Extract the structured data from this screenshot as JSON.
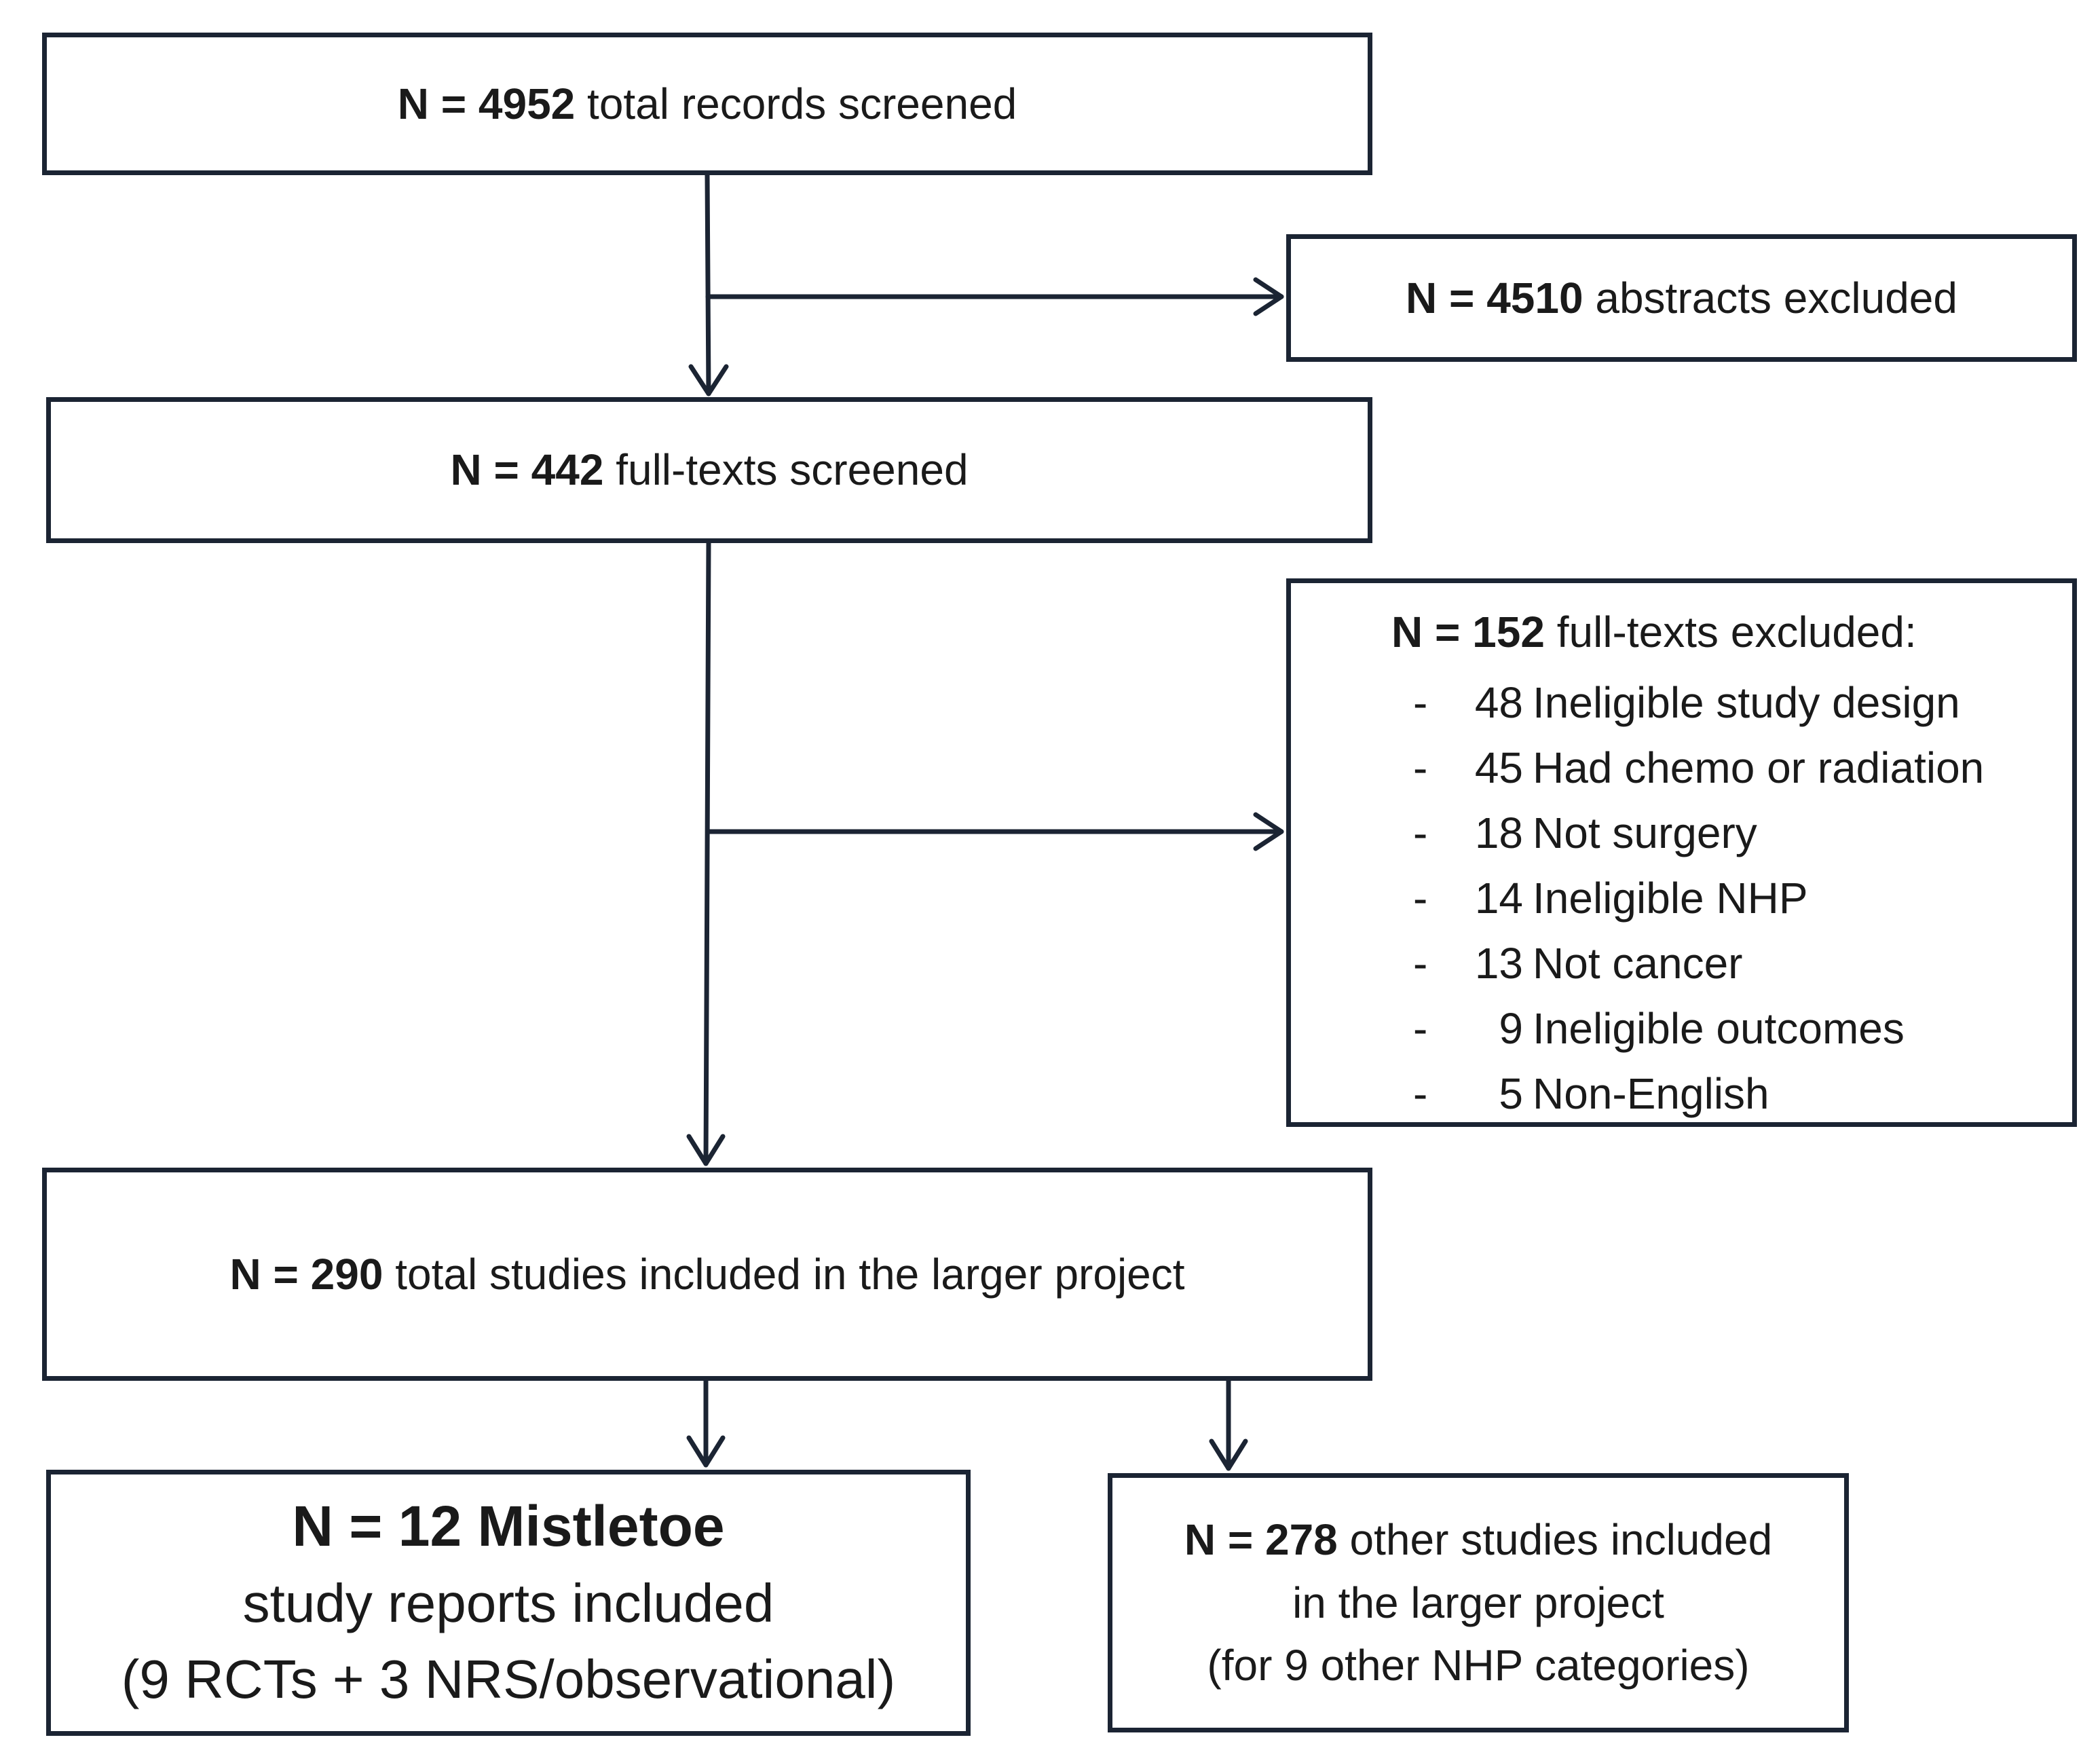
{
  "flow": {
    "records_screened": {
      "n": "N = 4952",
      "text": " total records screened"
    },
    "abstracts_excluded": {
      "n": "N = 4510",
      "text": " abstracts excluded"
    },
    "fulltexts_screened": {
      "n": "N = 442",
      "text": " full-texts screened"
    },
    "fulltexts_excluded": {
      "n": "N = 152",
      "text": " full-texts excluded:",
      "reasons": [
        {
          "dash": "-",
          "count": "48",
          "reason": "Ineligible study design"
        },
        {
          "dash": "-",
          "count": "45",
          "reason": "Had chemo or radiation"
        },
        {
          "dash": "-",
          "count": "18",
          "reason": "Not surgery"
        },
        {
          "dash": "-",
          "count": "14",
          "reason": "Ineligible NHP"
        },
        {
          "dash": "-",
          "count": "13",
          "reason": "Not cancer"
        },
        {
          "dash": "-",
          "count": "9",
          "reason": "Ineligible outcomes"
        },
        {
          "dash": "-",
          "count": "5",
          "reason": "Non-English"
        }
      ]
    },
    "total_included": {
      "n": "N = 290",
      "text": " total studies included in the larger project"
    },
    "mistletoe": {
      "n": "N = 12 Mistletoe",
      "line2": "study reports included",
      "line3": "(9 RCTs + 3 NRS/observational)"
    },
    "other_studies": {
      "n": "N = 278",
      "line1_text": " other studies included",
      "line2": "in the larger project",
      "line3": "(for 9 other NHP categories)"
    }
  },
  "colors": {
    "stroke": "#1b2433",
    "text": "#1a1a1a",
    "background": "#ffffff"
  }
}
